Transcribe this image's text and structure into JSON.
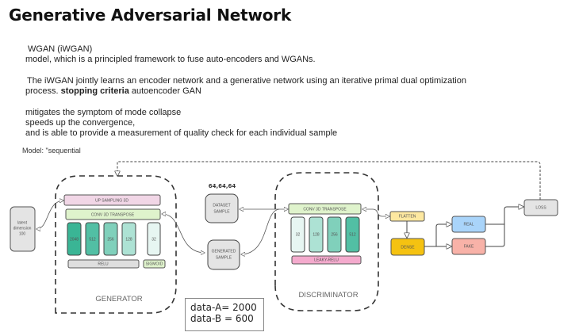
{
  "title": "Generative Adversarial Network",
  "text": {
    "line1": "WGAN (iWGAN)",
    "line2": "model, which is a principled framework to fuse auto-encoders and WGANs.",
    "line3": "The iWGAN jointly learns an encoder network and a generative network using an iterative primal dual optimization",
    "line4_prefix": "process. ",
    "line4_bold": "stopping criteria",
    "line4_suffix": " autoencoder GAN",
    "bullets": [
      "mitigates the symptom of mode collapse",
      "speeds up the convergence,",
      " and is able to provide a measurement of quality check for each individual sample"
    ],
    "model_label": "Model: \"sequential"
  },
  "diagram": {
    "latent": {
      "lines": [
        "latent",
        "dimension",
        "100"
      ]
    },
    "generator": {
      "label": "GENERATOR",
      "upsampling": "UP SAMPLING 3D",
      "conv": "CONV 3D TRANSPOSE",
      "filters": [
        "2048",
        "512",
        "256",
        "128",
        "32"
      ],
      "relu": "RELU",
      "sigmoid": "SIGMOID"
    },
    "dims_label": "64,64,64",
    "dataset_sample": [
      "DATASET",
      "SAMPLE"
    ],
    "generated_sample": [
      "GENERATED",
      "SAMPLE"
    ],
    "discriminator": {
      "label": "DISCRIMINATOR",
      "conv": "CONV 3D TRANSPOSE",
      "filters": [
        "32",
        "128",
        "256",
        "512"
      ],
      "activation": "LEAKY-RELU"
    },
    "flatten": "FLATTEN",
    "dense": "DENSE",
    "real": "REAL",
    "fake": "FAKE",
    "loss": "LOSS",
    "colors": {
      "upsampling": "#f1d6e6",
      "conv": "#dff3cc",
      "relu": "#dedede",
      "sigmoid": "#dff3cc",
      "leaky": "#f4aacd",
      "flatten": "#fde8a0",
      "dense": "#f5c211",
      "real": "#a9d4fa",
      "fake": "#f8b2a8",
      "loss": "#e4e4e4",
      "grey_box": "#e4e4e4",
      "filter_shades": [
        "#3ab595",
        "#52bfa4",
        "#80d0bb",
        "#ade2d4",
        "#e7f6f2"
      ]
    }
  },
  "data_box": {
    "line1": "data-A= 2000",
    "line2": "data-B = 600"
  }
}
